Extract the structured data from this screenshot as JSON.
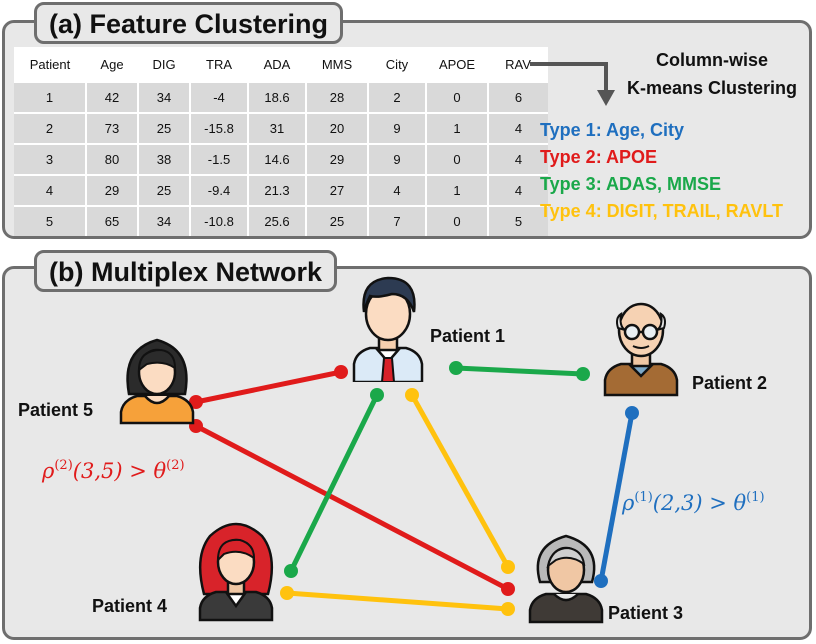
{
  "panel_a": {
    "title": "(a) Feature Clustering",
    "table": {
      "headers": [
        "Patient",
        "Age",
        "DIG",
        "TRA",
        "ADA",
        "MMS",
        "City",
        "APOE",
        "RAV"
      ],
      "rows": [
        [
          "1",
          "42",
          "34",
          "-4",
          "18.6",
          "28",
          "2",
          "0",
          "6"
        ],
        [
          "2",
          "73",
          "25",
          "-15.8",
          "31",
          "20",
          "9",
          "1",
          "4"
        ],
        [
          "3",
          "80",
          "38",
          "-1.5",
          "14.6",
          "29",
          "9",
          "0",
          "4"
        ],
        [
          "4",
          "29",
          "25",
          "-9.4",
          "21.3",
          "27",
          "4",
          "1",
          "4"
        ],
        [
          "5",
          "65",
          "34",
          "-10.8",
          "25.6",
          "25",
          "7",
          "0",
          "5"
        ]
      ]
    },
    "clustering_line1": "Column-wise",
    "clustering_line2": "K-means Clustering",
    "types": [
      {
        "label": "Type 1: Age, City",
        "color": "#1f6fbf"
      },
      {
        "label": "Type 2: APOE",
        "color": "#e01b1b"
      },
      {
        "label": "Type 3: ADAS, MMSE",
        "color": "#1aa84a"
      },
      {
        "label": "Type 4: DIGIT, TRAIL, RAVLT",
        "color": "#ffc20e"
      }
    ]
  },
  "panel_b": {
    "title": "(b) Multiplex Network",
    "patients": {
      "p1": "Patient 1",
      "p2": "Patient 2",
      "p3": "Patient 3",
      "p4": "Patient 4",
      "p5": "Patient 5"
    },
    "formula_red": {
      "base": "ρ",
      "sup1": "(2)",
      "args": "(3,5) > θ",
      "sup2": "(2)",
      "color": "#e01b1b"
    },
    "formula_blue": {
      "base": "ρ",
      "sup1": "(1)",
      "args": "(2,3) > θ",
      "sup2": "(1)",
      "color": "#1f6fbf"
    },
    "edge_colors": {
      "red": "#e01b1b",
      "green": "#1aa84a",
      "yellow": "#ffc20e",
      "blue": "#1f6fbf"
    },
    "icons": [
      "businessman-avatar-icon",
      "elderly-man-avatar-icon",
      "elderly-woman-avatar-icon",
      "red-haired-woman-avatar-icon",
      "woman-avatar-icon"
    ]
  }
}
